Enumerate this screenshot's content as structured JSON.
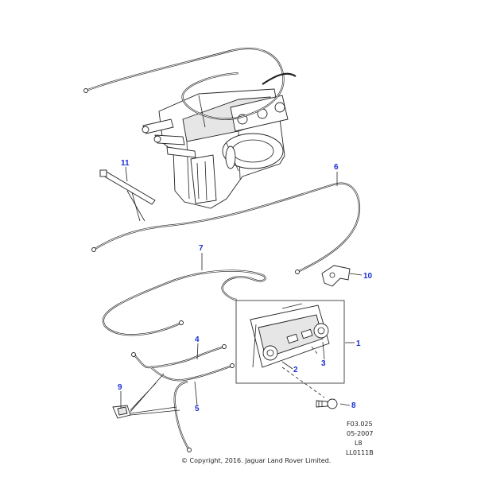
{
  "callouts": {
    "c1": "1",
    "c2": "2",
    "c3": "3",
    "c4": "4",
    "c5": "5",
    "c6": "6",
    "c7": "7",
    "c8": "8",
    "c9": "9",
    "c10": "10",
    "c11": "11"
  },
  "reference": {
    "code": "F03.025",
    "date": "05-2007",
    "model": "L8",
    "illustration": "LL0111B"
  },
  "copyright": "© Copyright, 2016. Jaguar Land Rover Limited.",
  "colors": {
    "callout": "#1a2fd6",
    "line": "#222222"
  }
}
